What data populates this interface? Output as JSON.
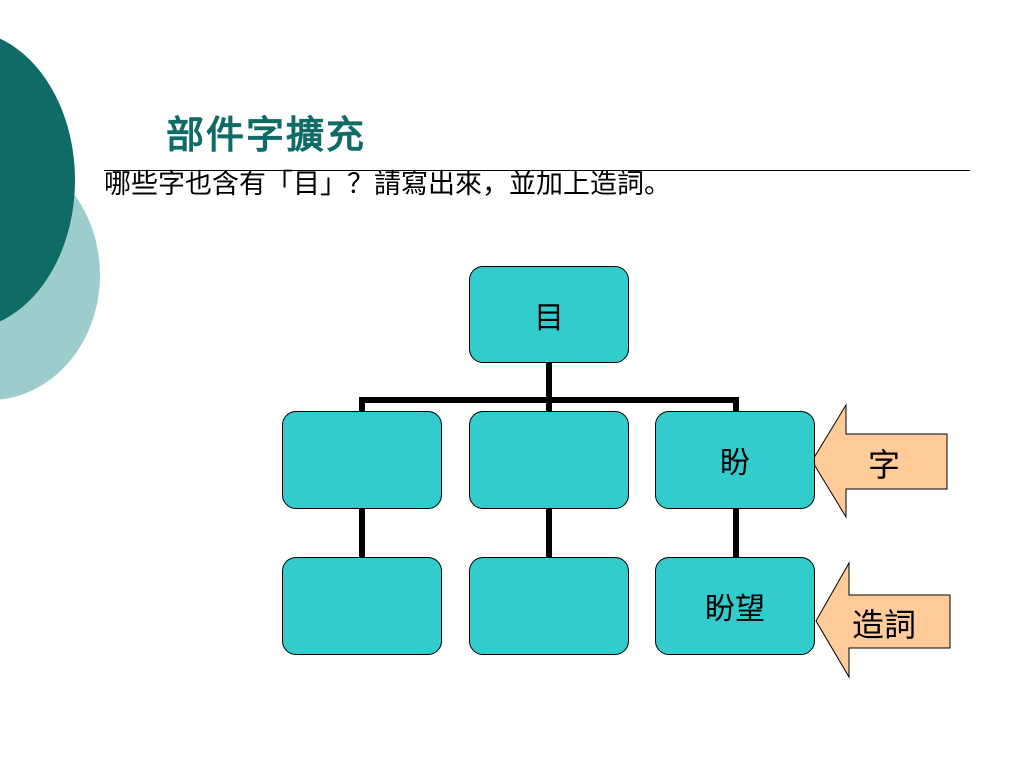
{
  "slide": {
    "title": "部件字擴充",
    "instruction": "哪些字也含有「目」？請寫出來，並加上造詞。"
  },
  "diagram": {
    "root": "目",
    "children": [
      {
        "character": "",
        "word": ""
      },
      {
        "character": "",
        "word": ""
      },
      {
        "character": "盼",
        "word": "盼望"
      }
    ],
    "callouts": {
      "character": "字",
      "word": "造詞"
    }
  },
  "colors": {
    "accent_dark": "#0f6b66",
    "accent_light": "#9ccccc",
    "node_fill": "#33cccc",
    "callout_fill": "#ffcc99"
  }
}
